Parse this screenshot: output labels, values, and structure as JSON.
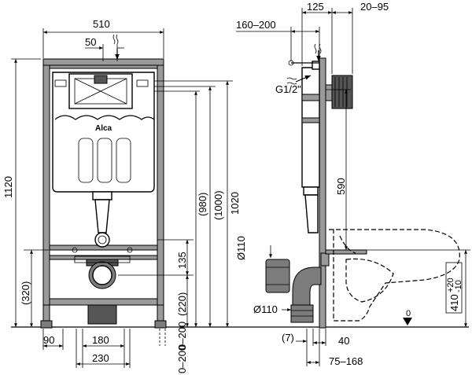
{
  "brand": "Alca",
  "front_view": {
    "top_width": "510",
    "inlet_offset": "50",
    "height_total": "1120",
    "height_1020": "1020",
    "height_1000": "(1000)",
    "height_980": "(980)",
    "height_320": "(320)",
    "height_220": "(220)",
    "height_135": "135",
    "adjust_0_200_a": "0–200",
    "adjust_0_200_b": "0–200",
    "bottom_90": "90",
    "bottom_180": "180",
    "bottom_230": "230"
  },
  "side_view": {
    "top_125": "125",
    "top_20_95": "20–95",
    "top_160_200": "160–200",
    "inlet_thread": "G1/2\"",
    "height_590": "590",
    "pipe_diameter_upper": "Ø110",
    "pipe_diameter_lower": "Ø110",
    "seat_height": "410",
    "seat_tol_plus": "+20",
    "seat_tol_minus": "-10",
    "bottom_7": "(7)",
    "bottom_40": "40",
    "bottom_75_168": "75–168",
    "floor_zero": "0"
  }
}
